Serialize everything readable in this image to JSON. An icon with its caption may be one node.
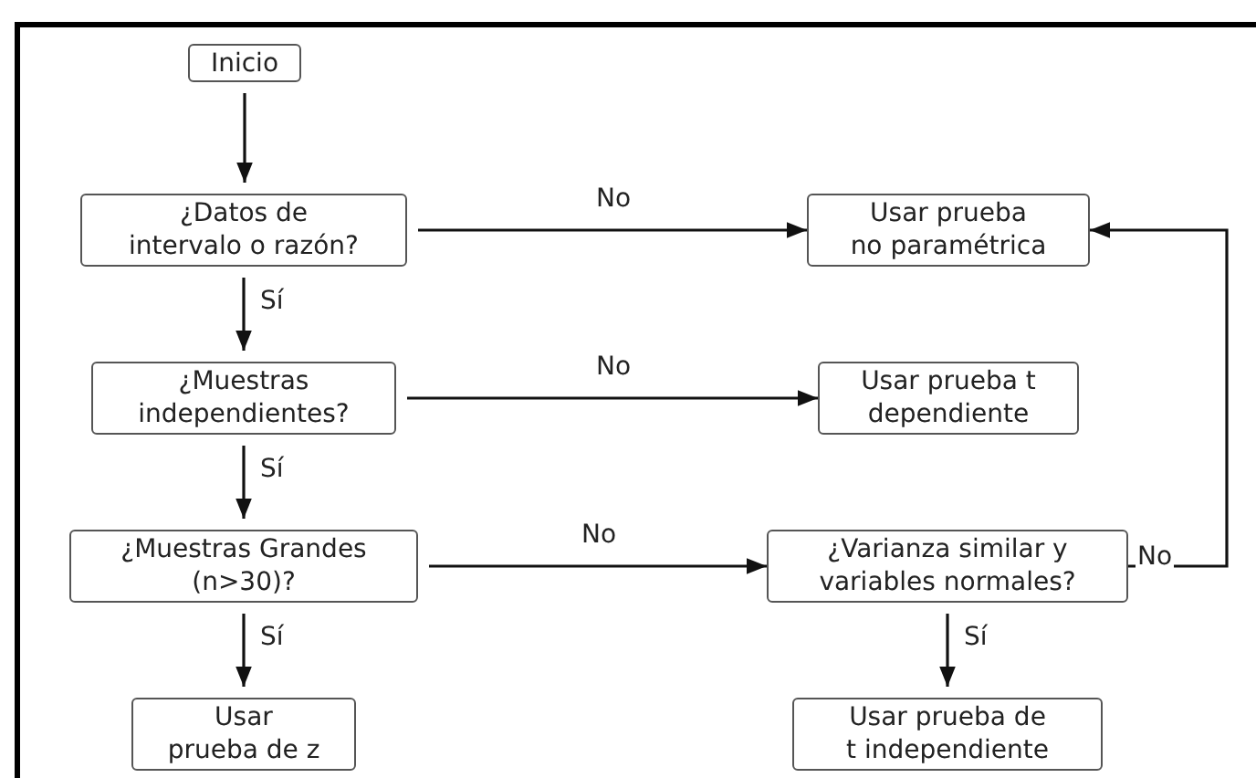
{
  "diagram": {
    "nodes": [
      {
        "text": [
          "Inicio"
        ]
      },
      {
        "text": [
          "¿Datos de intervalo o razón?"
        ]
      },
      {
        "text": [
          "Usar prueba no paramétrica"
        ]
      },
      {
        "text": [
          "¿Muestras independientes?"
        ]
      },
      {
        "text": [
          "Usar prueba t dependiente"
        ]
      },
      {
        "text": [
          "¿Muestras Grandes (n>30)?"
        ]
      },
      {
        "text": [
          "¿Varianza similar y variables normales?"
        ]
      },
      {
        "text": [
          "Usar prueba de z"
        ]
      },
      {
        "text": [
          "Usar prueba de t independiente"
        ]
      }
    ],
    "edges": [
      {
        "from": 0,
        "to": 1,
        "arrow": "to"
      },
      {
        "from": 1,
        "to": 2,
        "arrow": "to",
        "label": "No"
      },
      {
        "from": 1,
        "to": 3,
        "arrow": "to",
        "label": "Sí"
      },
      {
        "from": 3,
        "to": 4,
        "arrow": "to",
        "label": "No"
      },
      {
        "from": 3,
        "to": 5,
        "arrow": "to",
        "label": "Sí"
      },
      {
        "from": 5,
        "to": 6,
        "arrow": "to",
        "label": "No"
      },
      {
        "from": 5,
        "to": 7,
        "arrow": "to",
        "label": "Sí"
      },
      {
        "from": 6,
        "to": 8,
        "arrow": "to",
        "label": "Sí"
      },
      {
        "from": 6,
        "to": 2,
        "arrow": "to",
        "label": "No"
      }
    ]
  }
}
